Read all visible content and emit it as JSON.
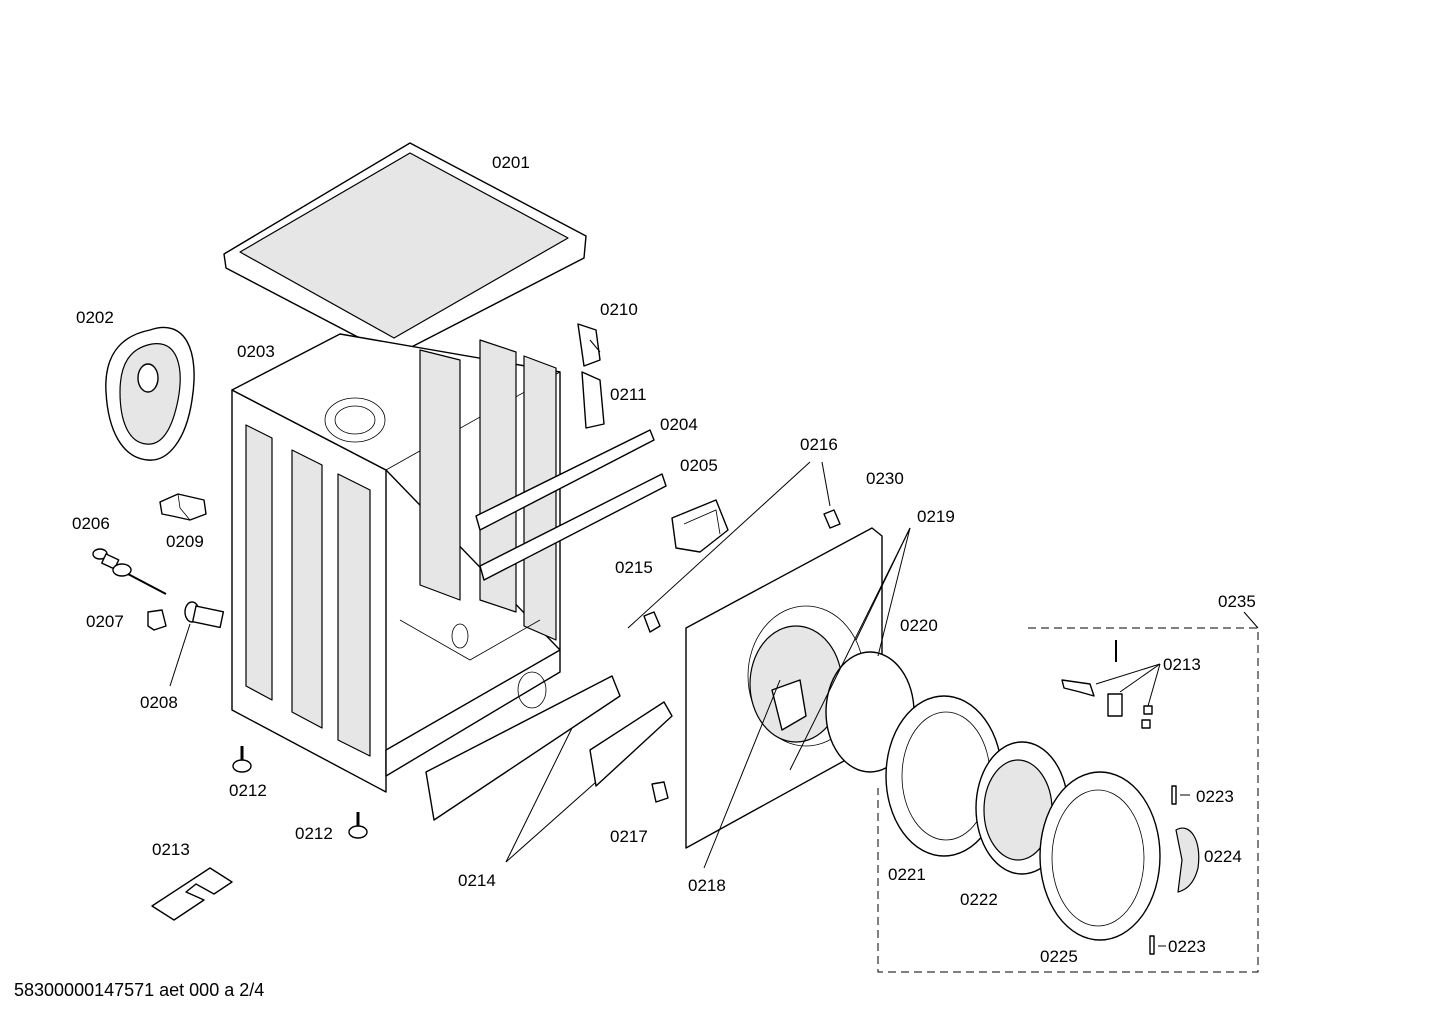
{
  "diagram": {
    "footer": "58300000147571 aet 000 a 2/4",
    "labels": {
      "l0201": "0201",
      "l0202": "0202",
      "l0203": "0203",
      "l0204": "0204",
      "l0205": "0205",
      "l0206": "0206",
      "l0207": "0207",
      "l0208": "0208",
      "l0209": "0209",
      "l0210": "0210",
      "l0211": "0211",
      "l0212a": "0212",
      "l0212b": "0212",
      "l0213a": "0213",
      "l0213b": "0213",
      "l0214": "0214",
      "l0215": "0215",
      "l0216": "0216",
      "l0217": "0217",
      "l0218": "0218",
      "l0219": "0219",
      "l0220": "0220",
      "l0221": "0221",
      "l0222": "0222",
      "l0223a": "0223",
      "l0223b": "0223",
      "l0224": "0224",
      "l0225": "0225",
      "l0230": "0230",
      "l0235": "0235"
    }
  }
}
